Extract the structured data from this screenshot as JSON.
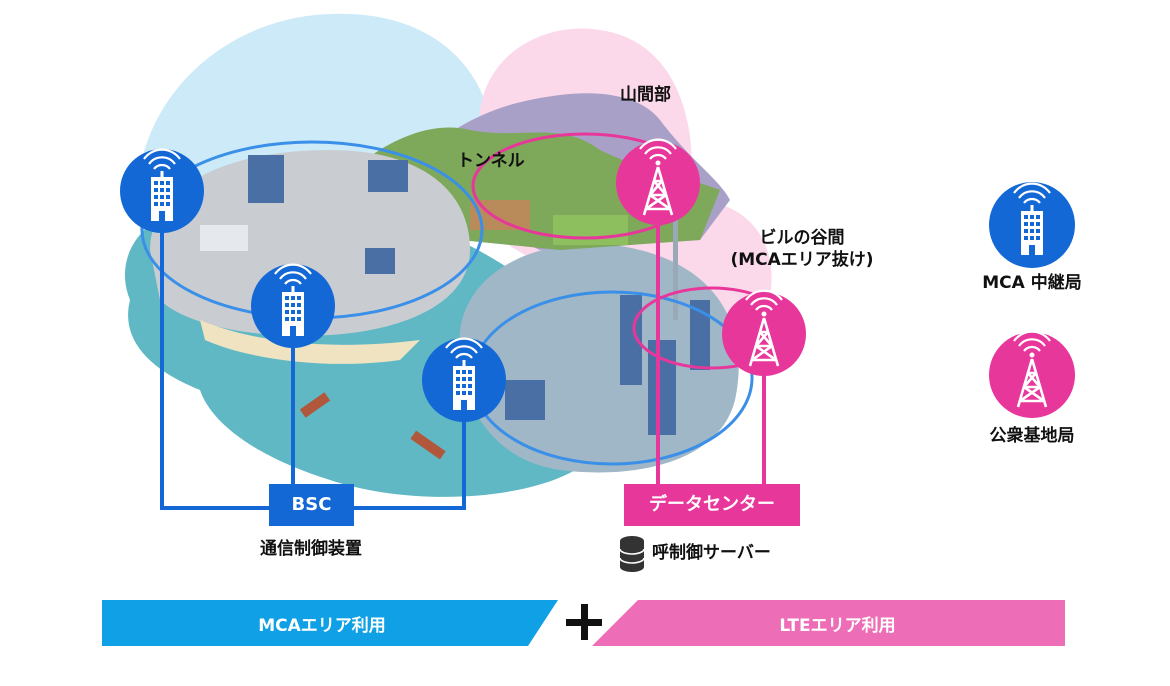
{
  "labels": {
    "mountain": "山間部",
    "tunnel": "トンネル",
    "valley_line1": "ビルの谷間",
    "valley_line2": "(MCAエリア抜け)",
    "bsc": "BSC",
    "bsc_caption": "通信制御装置",
    "datacenter": "データセンター",
    "server_caption": "呼制御サーバー"
  },
  "legend": {
    "mca_relay": "MCA 中継局",
    "public_base": "公衆基地局"
  },
  "footer": {
    "mca_area": "MCAエリア利用",
    "lte_area": "LTEエリア利用"
  },
  "colors": {
    "mca_blue": "#1368d6",
    "mca_ring": "#3a8fe8",
    "lte_pink": "#e8379b",
    "mca_bar": "#0fa0e6",
    "lte_bar": "#ee6db7",
    "sky_blue": "#cdeaf8",
    "sky_pink": "#fbd9ea"
  },
  "icons": {
    "mca": "building-antenna-icon",
    "lte": "tower-antenna-icon",
    "server": "database-icon"
  }
}
